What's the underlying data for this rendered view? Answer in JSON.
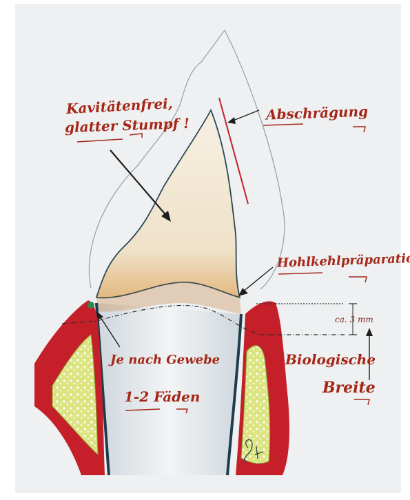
{
  "labels": {
    "cavity_line1": "Kavitätenfrei,",
    "cavity_line2": "glatter Stumpf !",
    "bevel": "Abschrägung",
    "chamfer": "Hohlkehlpräparation",
    "measure": "ca. 3 mm",
    "bio_line1": "Biologische",
    "bio_line2": "Breite",
    "threads_line1": "Je nach Gewebe",
    "threads_line2": "1-2 Fäden"
  },
  "colors": {
    "background": "#eef0f1",
    "ink": "#a52617",
    "gingiva": "#c8202b",
    "bone": "#d9e27a",
    "tooth": "#efe3cf",
    "root_canal": "#1e3c4e",
    "thread": "#2e8a4a"
  },
  "icons": {
    "signature": "signature-mark"
  }
}
